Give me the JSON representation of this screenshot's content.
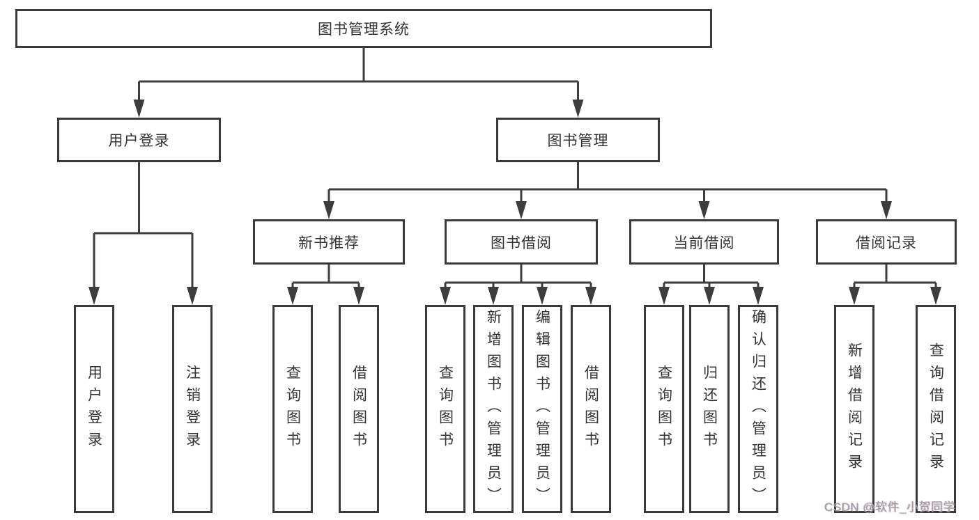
{
  "diagram": {
    "tree": {
      "label": "图书管理系统",
      "children": [
        {
          "label": "用户登录",
          "children": [
            {
              "label": "用户登录"
            },
            {
              "label": "注销登录"
            }
          ]
        },
        {
          "label": "图书管理",
          "children": [
            {
              "label": "新书推荐",
              "children": [
                {
                  "label": "查询图书"
                },
                {
                  "label": "借阅图书"
                }
              ]
            },
            {
              "label": "图书借阅",
              "children": [
                {
                  "label": "查询图书"
                },
                {
                  "label": "新增图书（管理员）"
                },
                {
                  "label": "编辑图书（管理员）"
                },
                {
                  "label": "借阅图书"
                }
              ]
            },
            {
              "label": "当前借阅",
              "children": [
                {
                  "label": "查询图书"
                },
                {
                  "label": "归还图书"
                },
                {
                  "label": "确认归还（管理员）"
                }
              ]
            },
            {
              "label": "借阅记录",
              "children": [
                {
                  "label": "新增借阅记录"
                },
                {
                  "label": "查询借阅记录"
                }
              ]
            }
          ]
        }
      ]
    },
    "colors": {
      "line": "#3d3d3d",
      "border": "#3a3a3a",
      "text": "#333333",
      "watermark": "#9c9ca4",
      "background": "#ffffff"
    },
    "watermark": "CSDN @软件_小贺同学"
  }
}
